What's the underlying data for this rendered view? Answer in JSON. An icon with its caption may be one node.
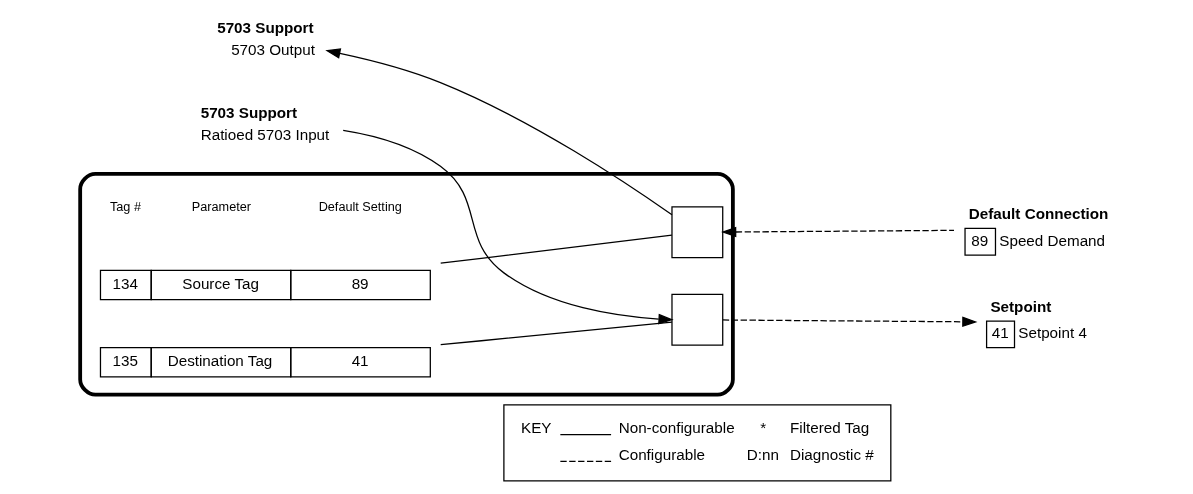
{
  "diagram": {
    "nodes": [
      {
        "text": [],
        "shape": "box"
      },
      {
        "text": [
          "134",
          "Source Tag",
          "89"
        ],
        "in": 0
      },
      {
        "text": [
          "135",
          "Destination Tag",
          "41"
        ],
        "in": 0
      },
      {
        "text": [],
        "shape": "box",
        "in": 0
      },
      {
        "text": [],
        "shape": "box",
        "in": 0
      },
      {
        "text": [
          "5703 Support",
          "5703 Output"
        ]
      },
      {
        "text": [
          "5703 Support",
          "Ratioed 5703 Input"
        ]
      },
      {
        "text": [
          "Default Connection",
          "89",
          "Speed Demand"
        ]
      },
      {
        "text": [
          "Setpoint",
          "41",
          "Setpoint 4"
        ]
      }
    ],
    "edges": [
      {
        "from": 1,
        "to": 3,
        "arrow": "none"
      },
      {
        "from": 7,
        "to": 3,
        "arrow": "to",
        "style": "dashed"
      },
      {
        "from": 3,
        "to": 5,
        "arrow": "to"
      },
      {
        "from": 6,
        "to": 4,
        "arrow": "to"
      },
      {
        "from": 4,
        "to": 8,
        "arrow": "to",
        "style": "dashed"
      },
      {
        "from": 2,
        "to": 4,
        "arrow": "none"
      }
    ],
    "labels": [
      "Tag #",
      "Parameter",
      "Default Setting",
      "KEY",
      "*",
      "D:nn"
    ],
    "legend": [
      {
        "text": "Non-configurable"
      },
      {
        "text": "Configurable"
      },
      {
        "text": "Filtered Tag"
      },
      {
        "text": "Diagnostic #"
      }
    ]
  }
}
